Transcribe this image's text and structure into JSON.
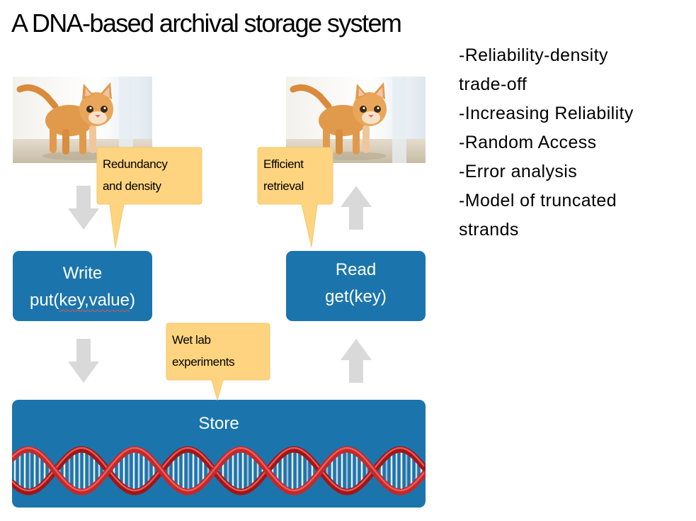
{
  "title": "A DNA-based archival storage  system",
  "bullets": [
    "-Reliability-density",
    "trade-off",
    "-Increasing Reliability",
    "-Random Access",
    "-Error analysis",
    "-Model of truncated",
    "strands"
  ],
  "write_box": {
    "line1": "Write",
    "line2_prefix": "put(",
    "line2_key": "key,value",
    "line2_suffix": ")"
  },
  "read_box": {
    "line1": "Read",
    "line2": "get(key)"
  },
  "store_box": {
    "label": "Store"
  },
  "callouts": {
    "write": {
      "line1": "Redundancy",
      "line2": "and density"
    },
    "read": {
      "line1": "Efficient",
      "line2": "retrieval"
    },
    "store": {
      "line1": "Wet lab",
      "line2": "experiments"
    }
  },
  "icons": {
    "arrows": [
      "arrow-down-icon",
      "arrow-down-icon",
      "arrow-up-icon",
      "arrow-up-icon"
    ],
    "images": [
      "kitten-image",
      "kitten-image",
      "dna-helix-image"
    ]
  },
  "colors": {
    "box_blue": "#1b75ac",
    "callout_fill": "#ffd480",
    "arrow_gray": "#d9d9d9",
    "helix_red": "#c62828"
  }
}
